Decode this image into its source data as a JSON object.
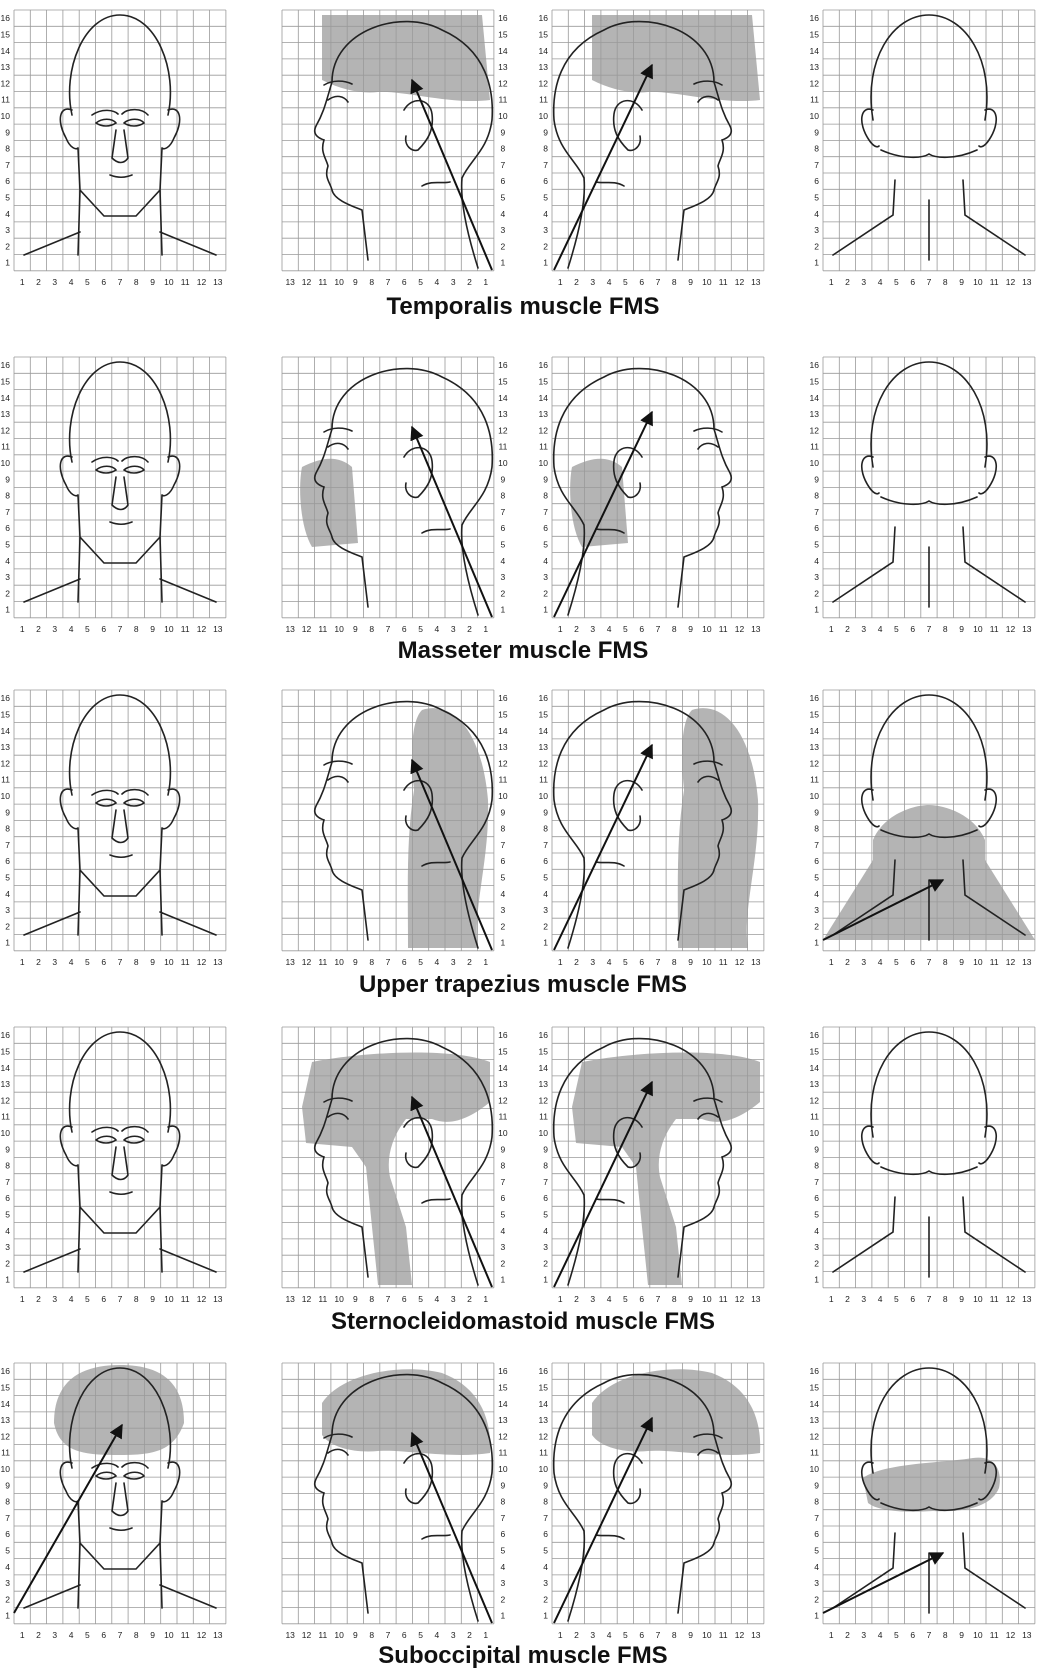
{
  "figure": {
    "rows": [
      {
        "title": "Temporalis muscle FMS",
        "shading": [
          "",
          "temporalis-side",
          "temporalis-side",
          ""
        ],
        "arrows": [
          false,
          true,
          true,
          false
        ]
      },
      {
        "title": "Masseter muscle FMS",
        "shading": [
          "",
          "masseter-side",
          "masseter-side",
          ""
        ],
        "arrows": [
          false,
          true,
          true,
          false
        ]
      },
      {
        "title": "Upper trapezius muscle FMS",
        "shading": [
          "",
          "trapezius-side",
          "trapezius-side",
          "trapezius-back"
        ],
        "arrows": [
          false,
          true,
          true,
          true
        ]
      },
      {
        "title": "Sternocleidomastoid muscle FMS",
        "shading": [
          "",
          "scm-side",
          "scm-side",
          ""
        ],
        "arrows": [
          false,
          true,
          true,
          false
        ]
      },
      {
        "title": "Suboccipital muscle FMS",
        "shading": [
          "suboccipital-front",
          "suboccipital-side",
          "suboccipital-side",
          "suboccipital-back"
        ],
        "arrows": [
          true,
          true,
          true,
          true
        ]
      }
    ],
    "views": [
      "front",
      "right-profile",
      "left-profile",
      "back"
    ],
    "grid": {
      "columns": 13,
      "rows": 16
    },
    "x_axis_ascending": [
      "1",
      "2",
      "3",
      "4",
      "5",
      "6",
      "7",
      "8",
      "9",
      "10",
      "11",
      "12",
      "13"
    ],
    "x_axis_descending": [
      "13",
      "12",
      "11",
      "10",
      "9",
      "8",
      "7",
      "6",
      "5",
      "4",
      "3",
      "2",
      "1"
    ],
    "y_axis": [
      "1",
      "2",
      "3",
      "4",
      "5",
      "6",
      "7",
      "8",
      "9",
      "10",
      "11",
      "12",
      "13",
      "14",
      "15",
      "16"
    ],
    "colors": {
      "grid": "#9a9a9a",
      "outline": "#222222",
      "shading": "#b4b4b4",
      "arrow": "#111111"
    }
  }
}
